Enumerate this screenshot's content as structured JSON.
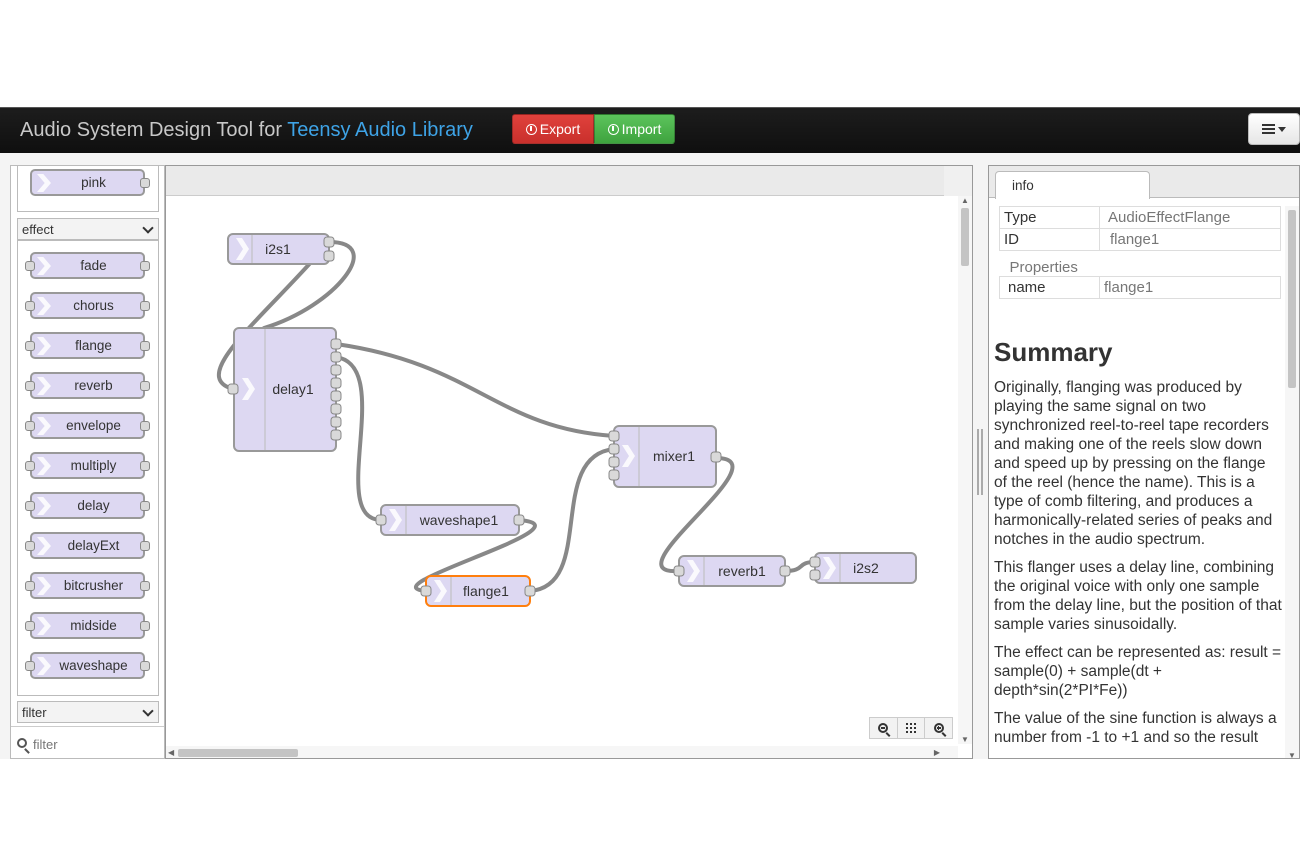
{
  "header": {
    "title_prefix": "Audio System Design Tool for ",
    "title_highlight": "Teensy Audio Library",
    "export_label": "Export",
    "import_label": "Import"
  },
  "palette": {
    "top_item": "pink",
    "categories": [
      {
        "name": "effect",
        "items": [
          "fade",
          "chorus",
          "flange",
          "reverb",
          "envelope",
          "multiply",
          "delay",
          "delayExt",
          "bitcrusher",
          "midside",
          "waveshape"
        ]
      },
      {
        "name": "filter",
        "items": []
      }
    ],
    "filter_placeholder": "filter"
  },
  "workspace": {
    "nodes": [
      {
        "id": "i2s1",
        "label": "i2s1",
        "inputs": 0,
        "outputs": 2,
        "selected": false
      },
      {
        "id": "delay1",
        "label": "delay1",
        "inputs": 1,
        "outputs": 8,
        "selected": false
      },
      {
        "id": "waveshape1",
        "label": "waveshape1",
        "inputs": 1,
        "outputs": 1,
        "selected": false
      },
      {
        "id": "flange1",
        "label": "flange1",
        "inputs": 1,
        "outputs": 1,
        "selected": true
      },
      {
        "id": "mixer1",
        "label": "mixer1",
        "inputs": 4,
        "outputs": 1,
        "selected": false
      },
      {
        "id": "reverb1",
        "label": "reverb1",
        "inputs": 1,
        "outputs": 1,
        "selected": false
      },
      {
        "id": "i2s2",
        "label": "i2s2",
        "inputs": 2,
        "outputs": 0,
        "selected": false
      }
    ]
  },
  "sidebar": {
    "tab_label": "info",
    "type_label": "Type",
    "type_value": "AudioEffectFlange",
    "id_label": "ID",
    "id_value": "flange1",
    "properties_label": "Properties",
    "name_label": "name",
    "name_value": "flange1",
    "summary_title": "Summary",
    "paragraphs": [
      "Originally, flanging was produced by playing the same signal on two synchronized reel-to-reel tape recorders and making one of the reels slow down and speed up by pressing on the flange of the reel (hence the name). This is a type of comb filtering, and produces a harmonically-related series of peaks and notches in the audio spectrum.",
      "This flanger uses a delay line, combining the original voice with only one sample from the delay line, but the position of that sample varies sinusoidally.",
      "The effect can be represented as: result = sample(0) + sample(dt + depth*sin(2*PI*Fe))",
      "The value of the sine function is always a number from -1 to +1 and so the result"
    ]
  },
  "colors": {
    "node_fill": "#ddd8f2",
    "node_border": "#999999",
    "selected_border": "#ff7f0e",
    "wire": "#888888",
    "title_highlight": "#3ea3e6",
    "export_bg": "#d9534f",
    "import_bg": "#5cb85c"
  }
}
